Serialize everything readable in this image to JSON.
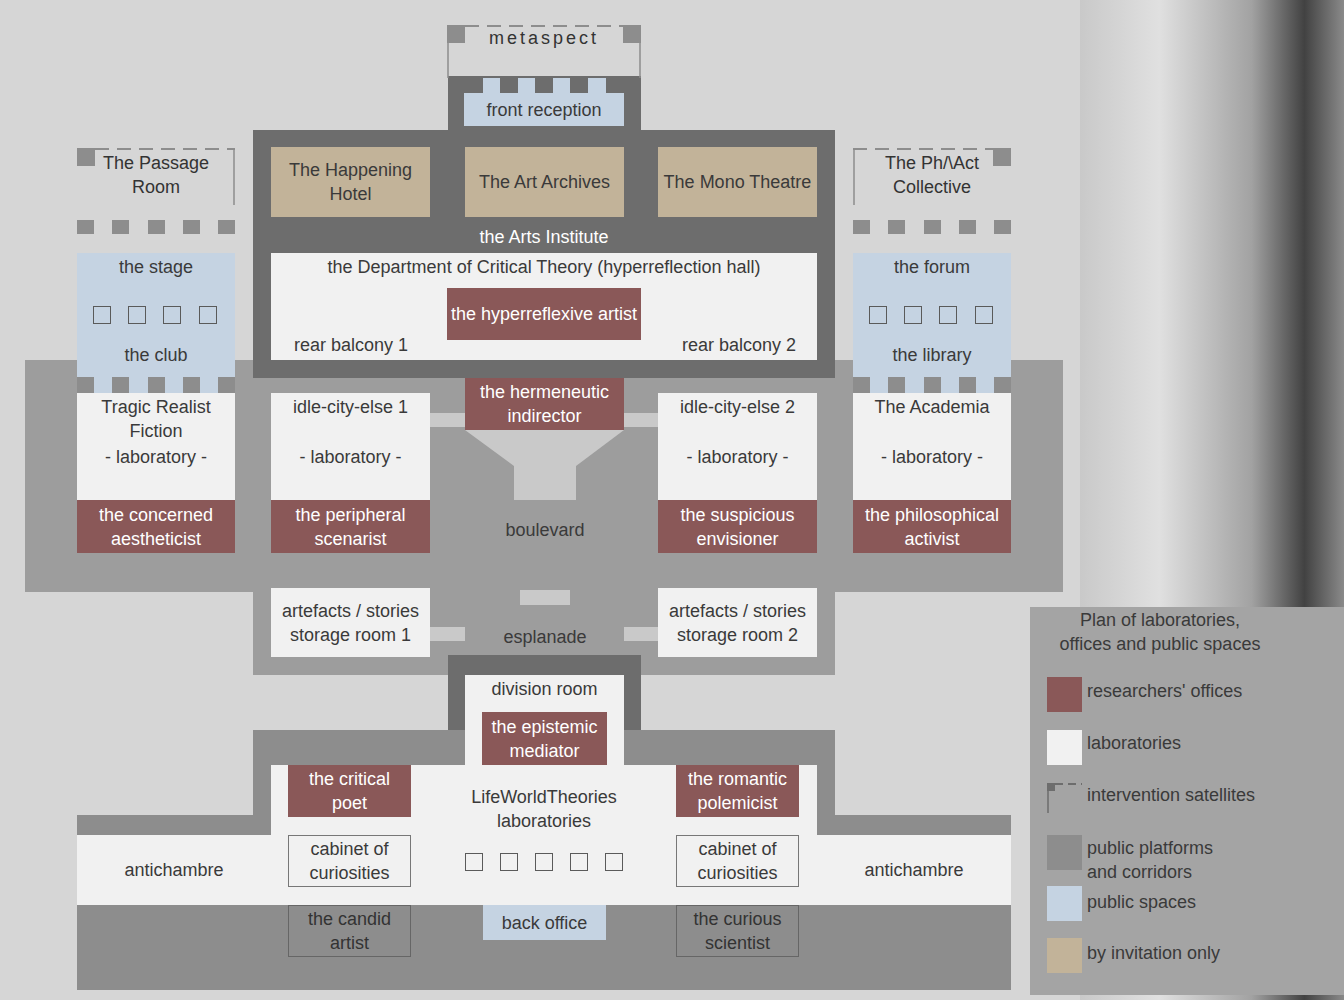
{
  "diagram": {
    "nodes": [
      {
        "text": [
          "metaspect"
        ]
      },
      {
        "text": [
          "front reception"
        ]
      },
      {
        "text": [
          "The Passage Room"
        ]
      },
      {
        "text": [
          "the Arts Institute"
        ]
      },
      {
        "text": [
          "The Happening Hotel"
        ],
        "in": 3
      },
      {
        "text": [
          "The Art Archives"
        ],
        "in": 3
      },
      {
        "text": [
          "The Mono Theatre"
        ],
        "in": 3
      },
      {
        "text": [
          "The Ph/\\Act Collective"
        ]
      },
      {
        "text": [
          "the stage",
          "the club"
        ]
      },
      {
        "text": [
          "the Department of Critical Theory (hyperreflection hall)",
          "rear balcony 1",
          "rear balcony 2"
        ],
        "in": 3
      },
      {
        "text": [
          "the hyperreflexive artist"
        ],
        "in": 9
      },
      {
        "text": [
          "the forum",
          "the library"
        ]
      },
      {
        "text": [
          "the hermeneutic indirector"
        ]
      },
      {
        "text": [
          "Tragic Realist Fiction",
          "- laboratory -"
        ]
      },
      {
        "text": [
          "the concerned aestheticist"
        ],
        "in": 13
      },
      {
        "text": [
          "idle-city-else 1",
          "- laboratory -"
        ]
      },
      {
        "text": [
          "the peripheral scenarist"
        ],
        "in": 15
      },
      {
        "text": [
          "idle-city-else 2",
          "- laboratory -"
        ]
      },
      {
        "text": [
          "the suspicious envisioner"
        ],
        "in": 17
      },
      {
        "text": [
          "The Academia",
          "- laboratory -"
        ]
      },
      {
        "text": [
          "the philosophical activist"
        ],
        "in": 19
      },
      {
        "text": [
          "artefacts / stories storage room 1"
        ]
      },
      {
        "text": [
          "artefacts / stories storage room 2"
        ]
      },
      {
        "text": [
          "division room"
        ]
      },
      {
        "text": [
          "the epistemic mediator"
        ],
        "in": 23
      },
      {
        "text": [
          "LifeWorldTheories laboratories"
        ]
      },
      {
        "text": [
          "the critical poet"
        ],
        "in": 25
      },
      {
        "text": [
          "the romantic polemicist"
        ],
        "in": 25
      },
      {
        "text": [
          "antichambre"
        ]
      },
      {
        "text": [
          "cabinet of curiosities"
        ],
        "in": 25
      },
      {
        "text": [
          "cabinet of curiosities"
        ],
        "in": 25
      },
      {
        "text": [
          "antichambre"
        ]
      },
      {
        "text": [
          "the candid artist"
        ]
      },
      {
        "text": [
          "back office"
        ]
      },
      {
        "text": [
          "the curious scientist"
        ]
      }
    ],
    "labels": [
      "boulevard",
      "esplanade",
      "Plan of laboratories, offices and public spaces"
    ],
    "legend": [
      {
        "text": "researchers' offices",
        "color": "#8a5858"
      },
      {
        "text": "laboratories",
        "color": "#f1f1f1"
      },
      {
        "text": "intervention satellites"
      },
      {
        "text": "public platforms and corridors",
        "color": "#8d8d8d"
      },
      {
        "text": "public spaces",
        "color": "#c5d3e2"
      },
      {
        "text": "by invitation only",
        "color": "#c2b399"
      }
    ]
  }
}
